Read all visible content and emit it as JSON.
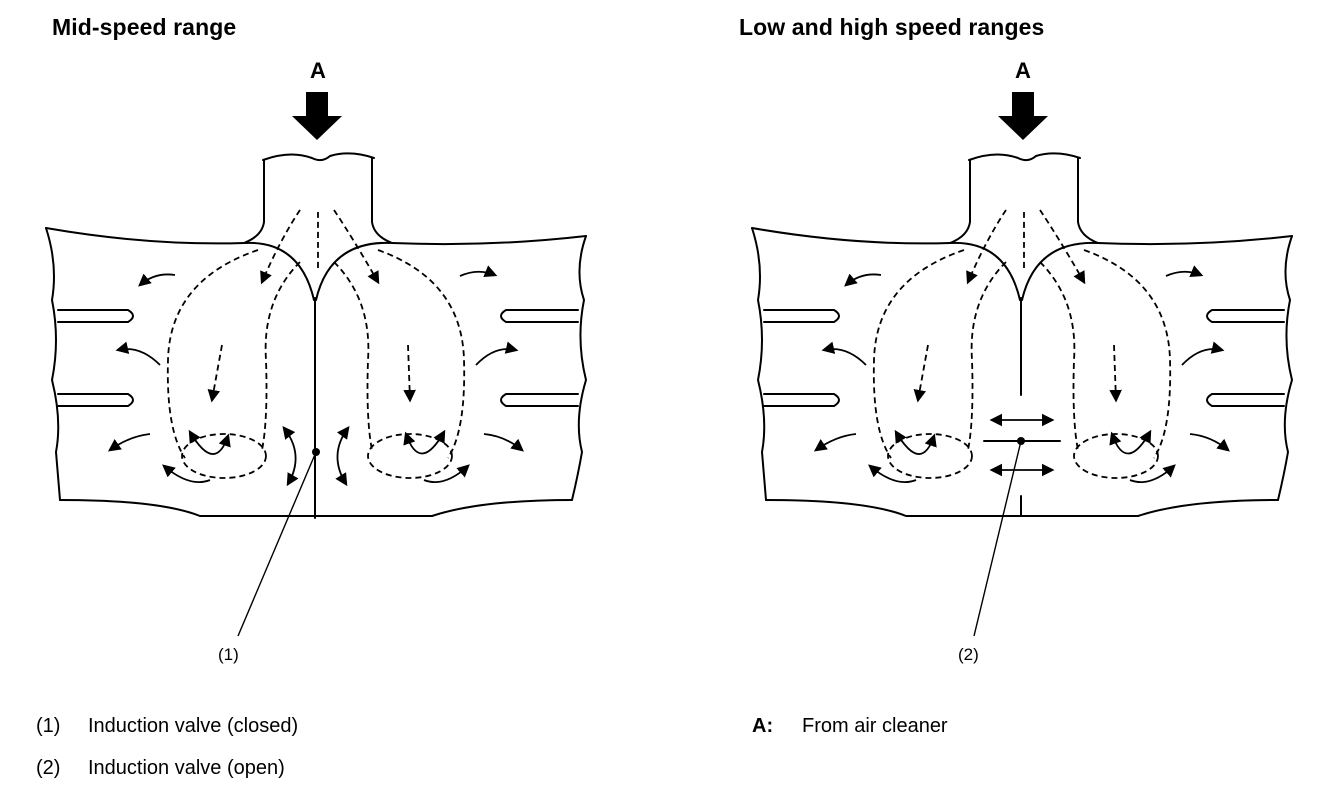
{
  "panels": {
    "left": {
      "title": "Mid-speed range",
      "arrow_label": "A",
      "callout": "(1)"
    },
    "right": {
      "title": "Low and high speed ranges",
      "arrow_label": "A",
      "callout": "(2)"
    }
  },
  "legend": [
    {
      "key": "(1)",
      "text": "Induction valve (closed)"
    },
    {
      "key": "(2)",
      "text": "Induction valve (open)"
    },
    {
      "key": "A:",
      "text": "From air cleaner"
    }
  ]
}
